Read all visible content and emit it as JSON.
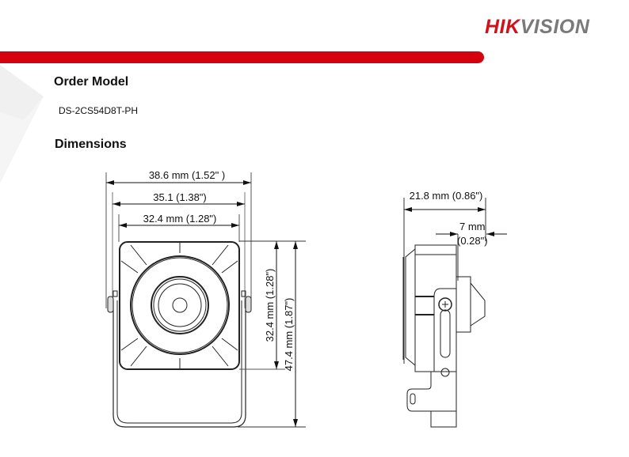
{
  "brand": {
    "logo_part1": "HIK",
    "logo_part2": "VISION",
    "accent_color": "#d6000f"
  },
  "sections": {
    "order_model": {
      "title": "Order Model",
      "value": "DS-2CS54D8T-PH"
    },
    "dimensions": {
      "title": "Dimensions"
    }
  },
  "front_view": {
    "width_outer": "38.6 mm  (1.52\" )",
    "width_mid": "35.1 (1.38\")",
    "width_inner": "32.4 mm (1.28\")",
    "height_body": "32.4 mm (1.28\")",
    "height_total": "47.4 mm (1.87\")"
  },
  "side_view": {
    "depth_total": "21.8 mm (0.86\")",
    "lens_depth_mm": "7 mm",
    "lens_depth_in": "(0.28\")"
  }
}
